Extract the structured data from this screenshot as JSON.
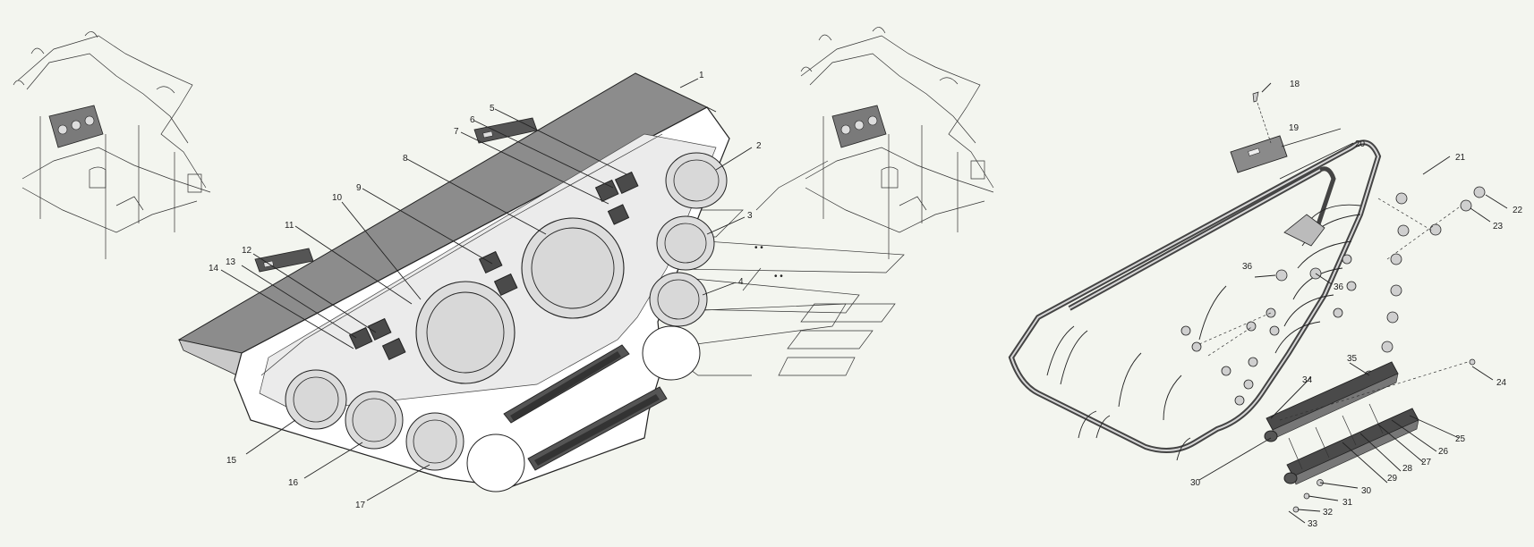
{
  "callouts": {
    "c1": "1",
    "c2": "2",
    "c3": "3",
    "c4": "4",
    "c5": "5",
    "c6": "6",
    "c7": "7",
    "c8": "8",
    "c9": "9",
    "c10": "10",
    "c11": "11",
    "c12": "12",
    "c13": "13",
    "c14": "14",
    "c15": "15",
    "c16": "16",
    "c17": "17",
    "c18": "18",
    "c19": "19",
    "c20": "20",
    "c21": "21",
    "c22": "22",
    "c23": "23",
    "c24": "24",
    "c25": "25",
    "c26": "26",
    "c27": "27",
    "c28": "28",
    "c29": "29",
    "c30a": "30",
    "c30b": "30",
    "c31": "31",
    "c32": "32",
    "c33": "33",
    "c34": "34",
    "c35": "35",
    "c36a": "36",
    "c36b": "36"
  },
  "colors": {
    "background": "#f3f5ef",
    "panel_face": "#ffffff",
    "panel_shade": "#e4e4e4",
    "top_shelf": "#8c8c8c",
    "gauge_ring": "#dcdcdc",
    "gauge_face": "#d8d8d8",
    "line": "#222222"
  }
}
